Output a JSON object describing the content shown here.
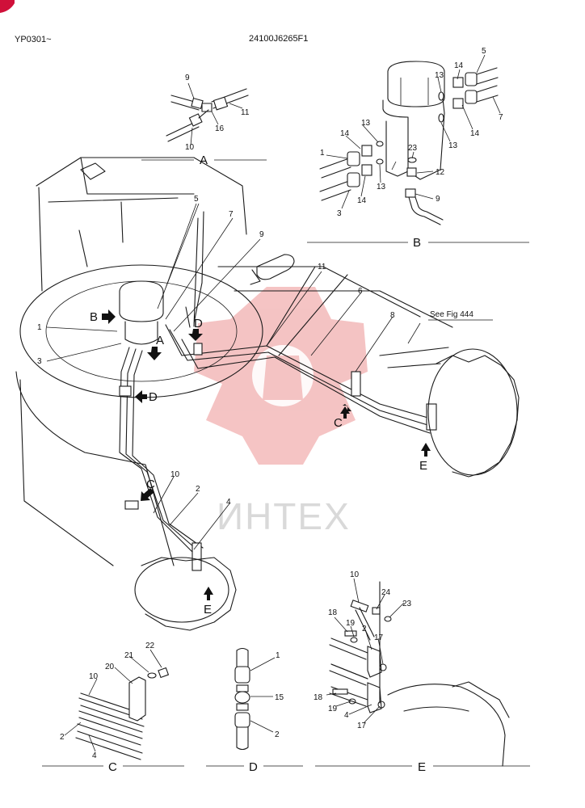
{
  "header": {
    "left": "YP0301~",
    "center": "24100J6265F1"
  },
  "reference_note": "See Fig 444",
  "watermark_text": "ИНТЕХ",
  "colors": {
    "watermark_logo": "#f2b5b5",
    "watermark_text": "#d9d9d9",
    "corner_badge": "#d0103a"
  },
  "views": {
    "A": {
      "label": "A",
      "parts": [
        "9",
        "11",
        "16",
        "10"
      ]
    },
    "B": {
      "label": "B",
      "parts": [
        "5",
        "14",
        "13",
        "7",
        "14",
        "13",
        "1",
        "14",
        "23",
        "12",
        "14",
        "13",
        "3",
        "9"
      ]
    },
    "C": {
      "label": "C",
      "parts": [
        "22",
        "21",
        "20",
        "10",
        "2",
        "4"
      ]
    },
    "D": {
      "label": "D",
      "parts": [
        "1",
        "15",
        "2"
      ]
    },
    "E": {
      "label": "E",
      "parts": [
        "10",
        "24",
        "23",
        "18",
        "19",
        "2",
        "17",
        "18",
        "19",
        "4",
        "17"
      ]
    }
  },
  "main_view": {
    "callouts": [
      "5",
      "7",
      "9",
      "11",
      "6",
      "8",
      "1",
      "3",
      "10",
      "2",
      "4"
    ],
    "arrows": [
      "B",
      "A",
      "D",
      "D",
      "C",
      "C",
      "E",
      "E"
    ]
  }
}
